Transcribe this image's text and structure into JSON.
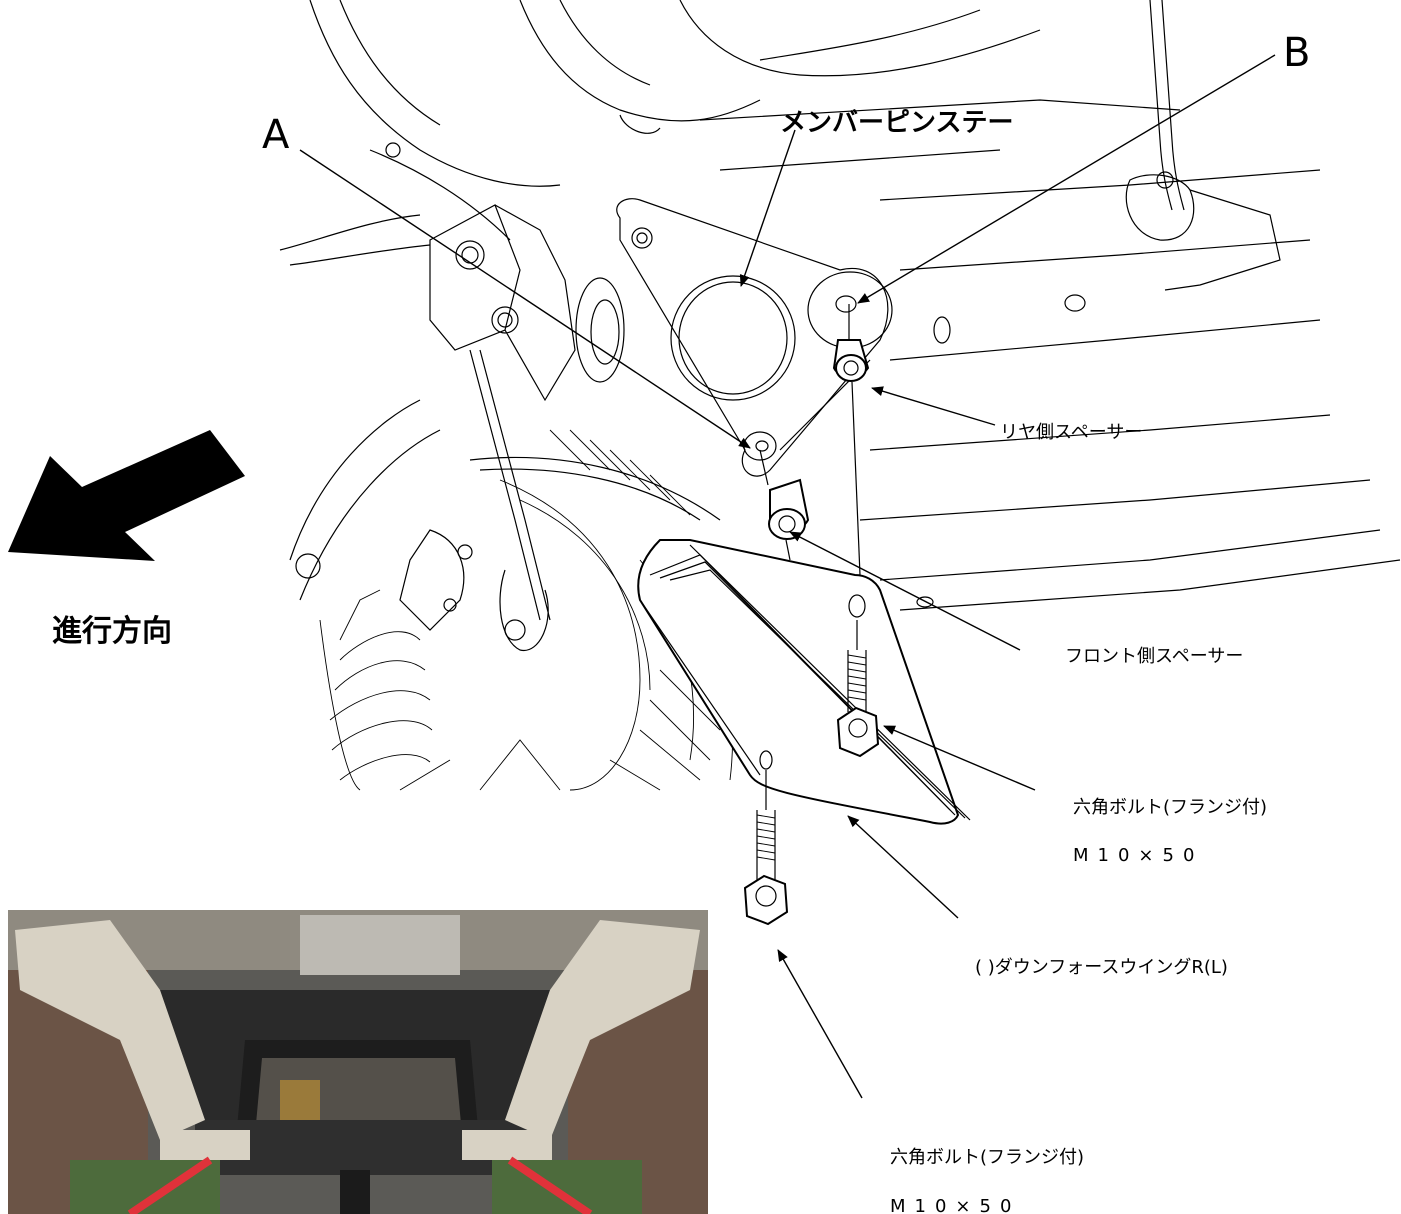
{
  "labels": {
    "point_a": "A",
    "point_b": "B",
    "member_pin_stay": "メンバーピンステー",
    "direction": "進行方向",
    "rear_spacer": "リヤ側スペーサー",
    "front_spacer": "フロント側スペーサー",
    "hex_bolt_upper": "六角ボルト(フランジ付)",
    "hex_bolt_upper_spec": "M10×50",
    "downforce_wing": "(    )ダウンフォースウイングR(L)",
    "hex_bolt_lower": "六角ボルト(フランジ付)",
    "hex_bolt_lower_spec": "M10×50"
  },
  "icons": {
    "direction_arrow": "direction-arrow-icon"
  },
  "colors": {
    "line": "#000000",
    "background": "#ffffff",
    "photo_body": "#2a2a2a",
    "photo_arm": "#d8d2c4",
    "photo_green": "#4d6b3c",
    "photo_red": "#e0323a"
  }
}
